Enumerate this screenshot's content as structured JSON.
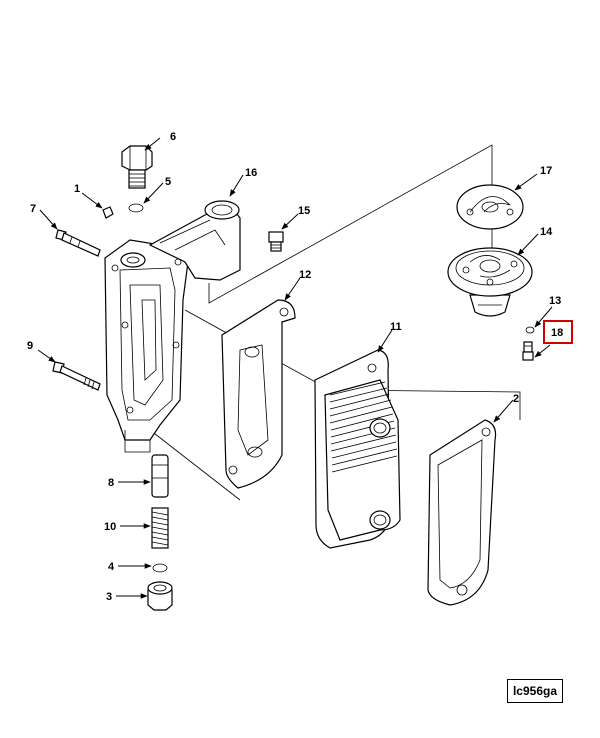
{
  "callouts": {
    "c1": "1",
    "c2": "2",
    "c3": "3",
    "c4": "4",
    "c5": "5",
    "c6": "6",
    "c7": "7",
    "c8": "8",
    "c9": "9",
    "c10": "10",
    "c11": "11",
    "c12": "12",
    "c13": "13",
    "c14": "14",
    "c15": "15",
    "c16": "16",
    "c17": "17",
    "c18": "18"
  },
  "highlight": {
    "callout": "18",
    "color": "#d40000"
  },
  "figure_code": "lc956ga"
}
